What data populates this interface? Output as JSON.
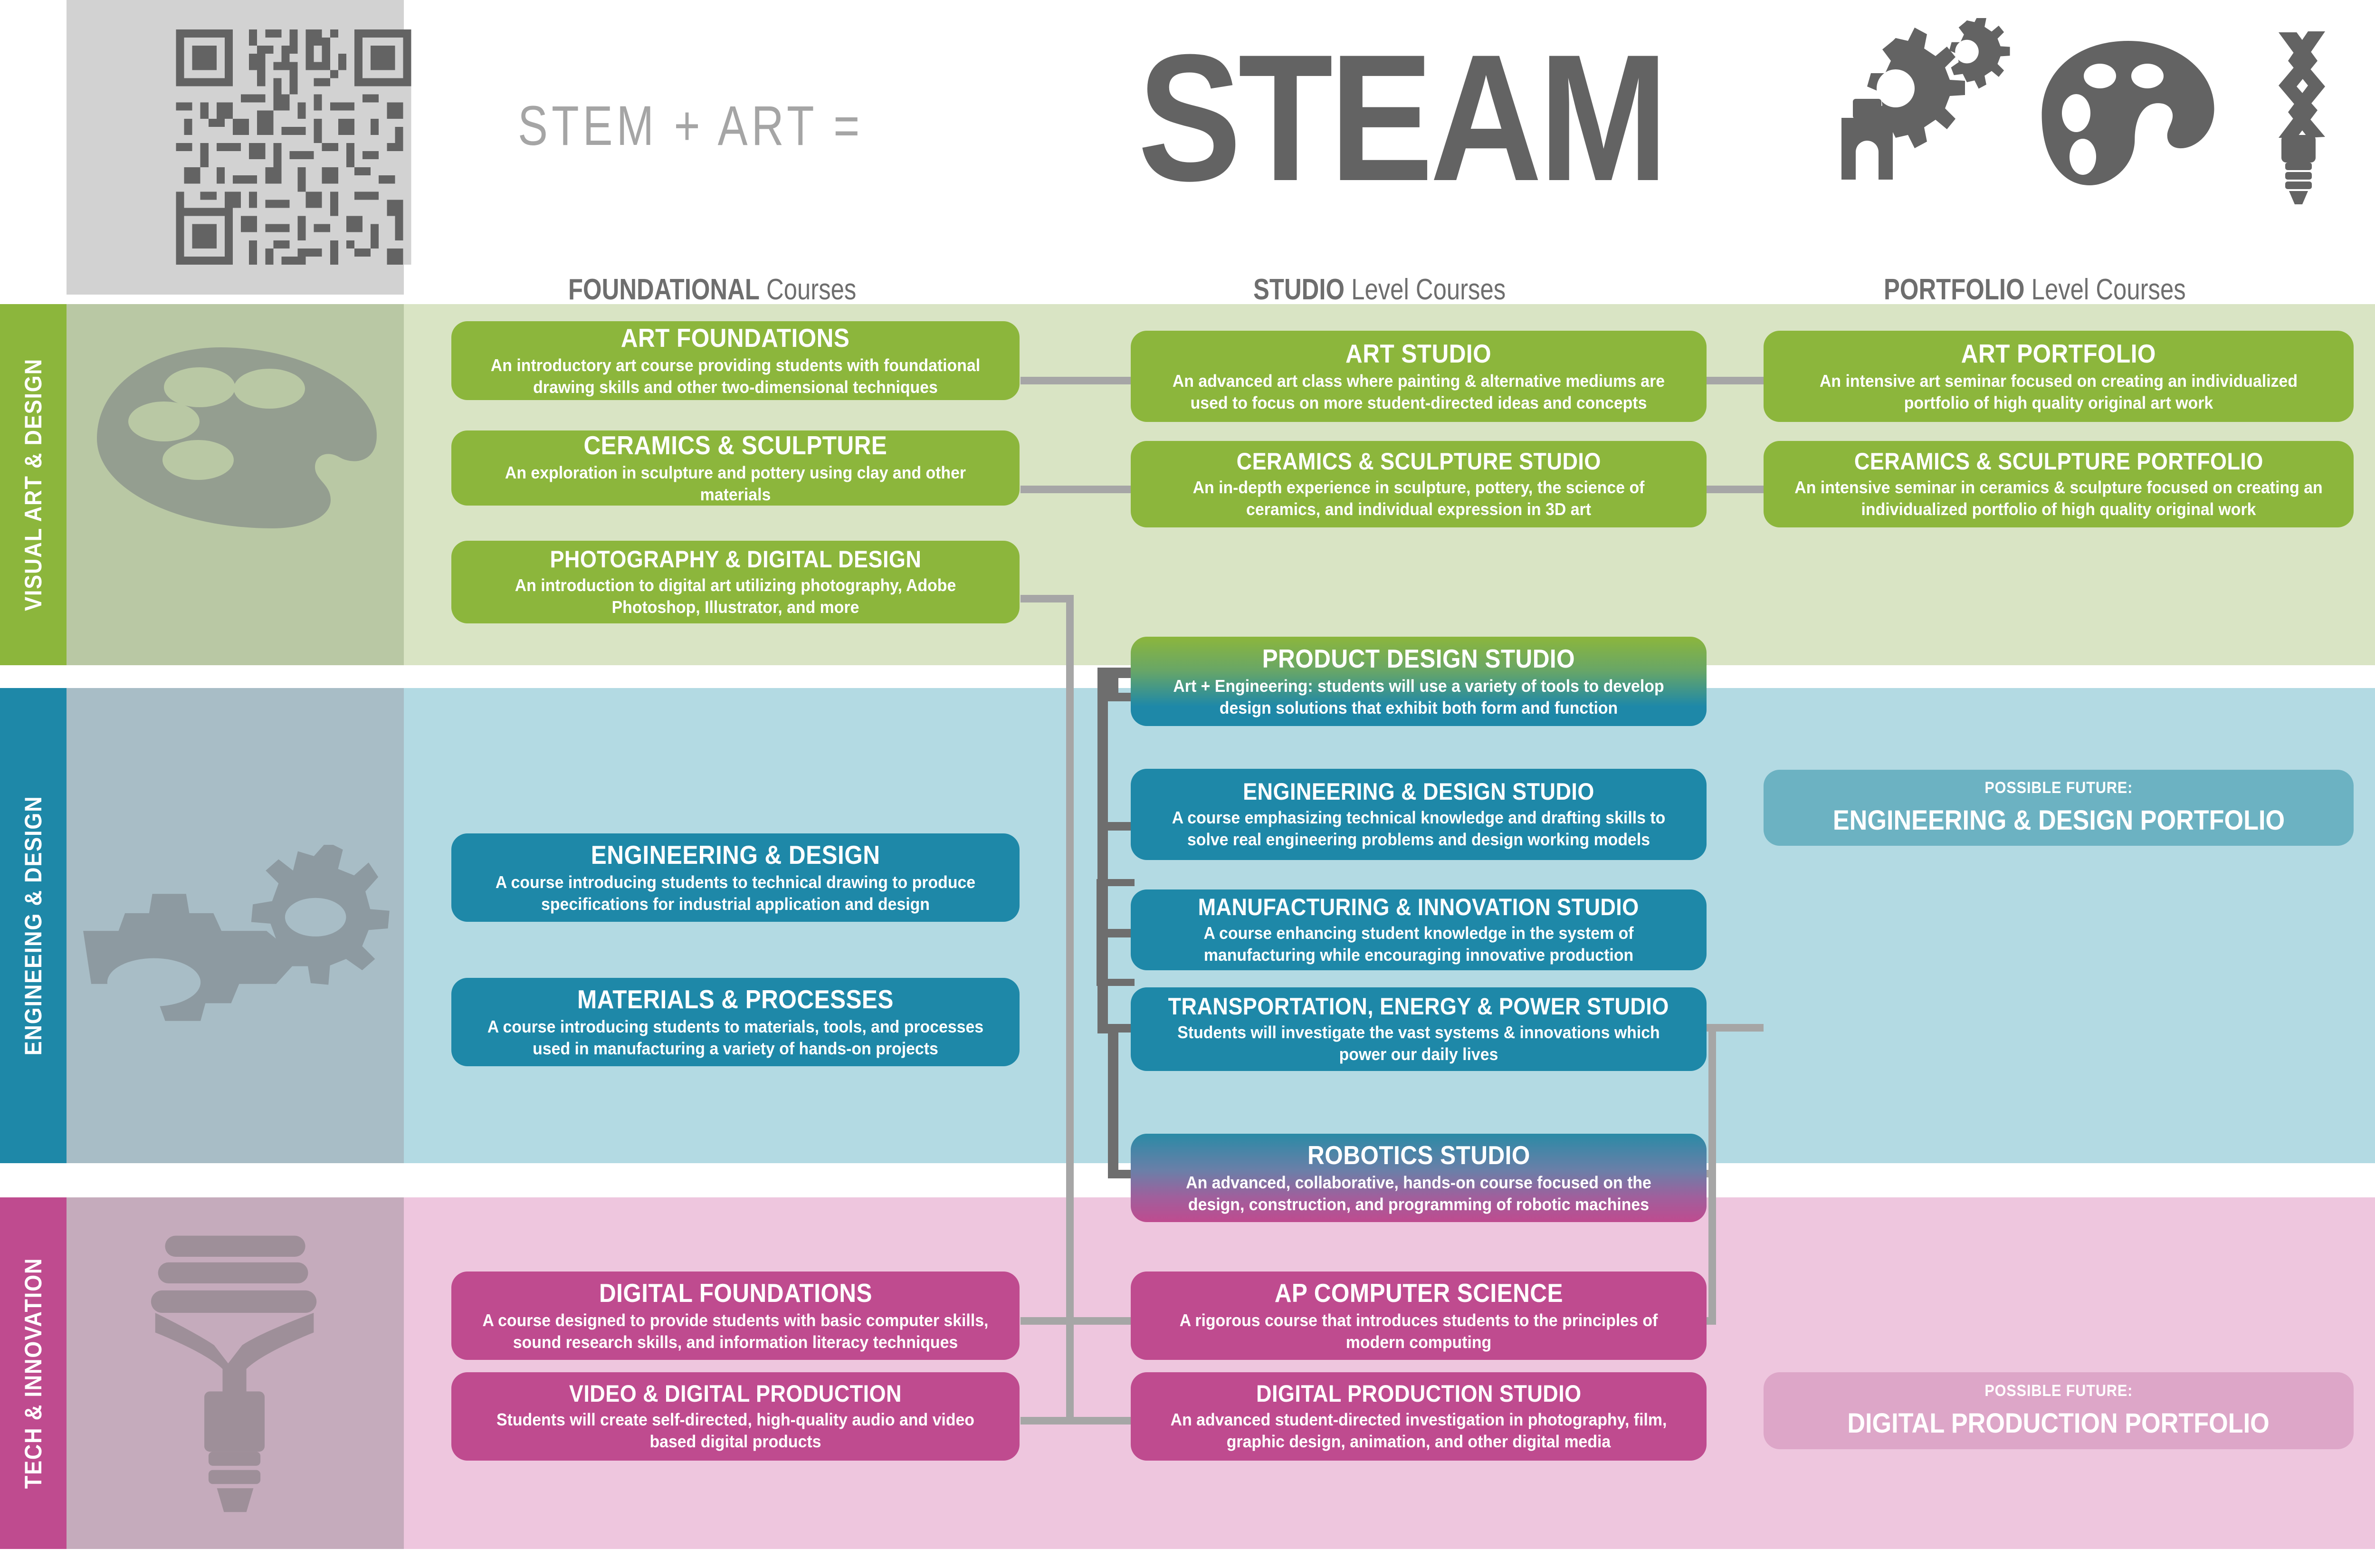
{
  "header": {
    "equation": "STEM + ART =",
    "title": "STEAM",
    "icons": [
      "gear-icon",
      "palette-icon",
      "lightbulb-icon"
    ],
    "qr_label": "qr-code"
  },
  "columns": [
    {
      "bold": "FOUNDATIONAL",
      "rest": " Courses"
    },
    {
      "bold": "STUDIO",
      "rest": " Level Courses"
    },
    {
      "bold": "PORTFOLIO",
      "rest": " Level Courses"
    }
  ],
  "bands": [
    {
      "label": "VISUAL ART & DESIGN",
      "color": "#8cb63c",
      "icon": "palette-icon"
    },
    {
      "label": "ENGINEEING & DESIGN",
      "color": "#1e88a8",
      "icon": "gears-icon"
    },
    {
      "label": "TECH & INNOVATION",
      "color": "#bf4b8f",
      "icon": "lightbulb-icon"
    }
  ],
  "courses": {
    "art_foundations": {
      "title": "ART FOUNDATIONS",
      "desc": "An introductory art course providing students with foundational drawing skills and other two-dimensional techniques"
    },
    "ceramics_sculpture": {
      "title": "CERAMICS & SCULPTURE",
      "desc": "An exploration in sculpture and pottery using clay and other materials"
    },
    "photography_digital": {
      "title": "PHOTOGRAPHY & DIGITAL DESIGN",
      "desc": "An introduction to digital art utilizing photography, Adobe Photoshop, Illustrator, and more"
    },
    "art_studio": {
      "title": "ART STUDIO",
      "desc": "An advanced art class where painting & alternative mediums are used to focus on more student-directed ideas and concepts"
    },
    "ceramics_sculpture_studio": {
      "title": "CERAMICS & SCULPTURE STUDIO",
      "desc": "An in-depth experience in sculpture, pottery, the science of ceramics, and individual expression in 3D art"
    },
    "art_portfolio": {
      "title": "ART PORTFOLIO",
      "desc": "An intensive art seminar focused on creating an individualized portfolio of high quality original art work"
    },
    "ceramics_sculpture_portfolio": {
      "title": "CERAMICS & SCULPTURE PORTFOLIO",
      "desc": "An intensive seminar in ceramics & sculpture focused on creating an individualized portfolio of high quality original work"
    },
    "product_design_studio": {
      "title": "PRODUCT DESIGN STUDIO",
      "desc": "Art + Engineering: students will use a variety of tools to develop design solutions that exhibit both form and function"
    },
    "engineering_design": {
      "title": "ENGINEERING & DESIGN",
      "desc": "A course introducing students to technical drawing to produce specifications for industrial application and design"
    },
    "engineering_design_studio": {
      "title": "ENGINEERING & DESIGN STUDIO",
      "desc": "A course emphasizing technical knowledge and drafting skills to solve real engineering problems and design working models"
    },
    "manufacturing_innovation_studio": {
      "title": "MANUFACTURING & INNOVATION STUDIO",
      "desc": "A course enhancing student knowledge in the system of manufacturing while encouraging innovative production"
    },
    "materials_processes": {
      "title": "MATERIALS & PROCESSES",
      "desc": "A course introducing students to materials, tools, and processes used in manufacturing a variety of hands-on projects"
    },
    "transportation_energy_power_studio": {
      "title": "TRANSPORTATION, ENERGY & POWER STUDIO",
      "desc": "Students will investigate the vast systems & innovations which power our daily lives"
    },
    "robotics_studio": {
      "title": "ROBOTICS STUDIO",
      "desc": "An advanced, collaborative, hands-on course focused on the design, construction, and programming of robotic machines"
    },
    "digital_foundations": {
      "title": "DIGITAL FOUNDATIONS",
      "desc": "A course designed to provide students with basic computer skills, sound research skills, and information literacy techniques"
    },
    "ap_computer_science": {
      "title": "AP COMPUTER SCIENCE",
      "desc": "A rigorous course that introduces students to the principles of modern computing"
    },
    "video_digital_production": {
      "title": "VIDEO & DIGITAL PRODUCTION",
      "desc": "Students will create self-directed, high-quality audio and video based digital products"
    },
    "digital_production_studio": {
      "title": "DIGITAL PRODUCTION STUDIO",
      "desc": "An advanced student-directed investigation in photography, film, graphic design, animation, and other digital media"
    },
    "engineering_design_portfolio": {
      "prefix": "POSSIBLE FUTURE:",
      "title": "ENGINEERING & DESIGN PORTFOLIO"
    },
    "digital_production_portfolio": {
      "prefix": "POSSIBLE FUTURE:",
      "title": "DIGITAL PRODUCTION PORTFOLIO"
    }
  },
  "colors": {
    "art": "#8cb63c",
    "engineering": "#1e88a8",
    "tech": "#bf4b8f",
    "connector": "#a6a6a6",
    "connector_dark": "#6e6e6e",
    "header_gray": "#636363",
    "future_teal": "#6cb2c2",
    "future_pink": "#dda6c8"
  }
}
